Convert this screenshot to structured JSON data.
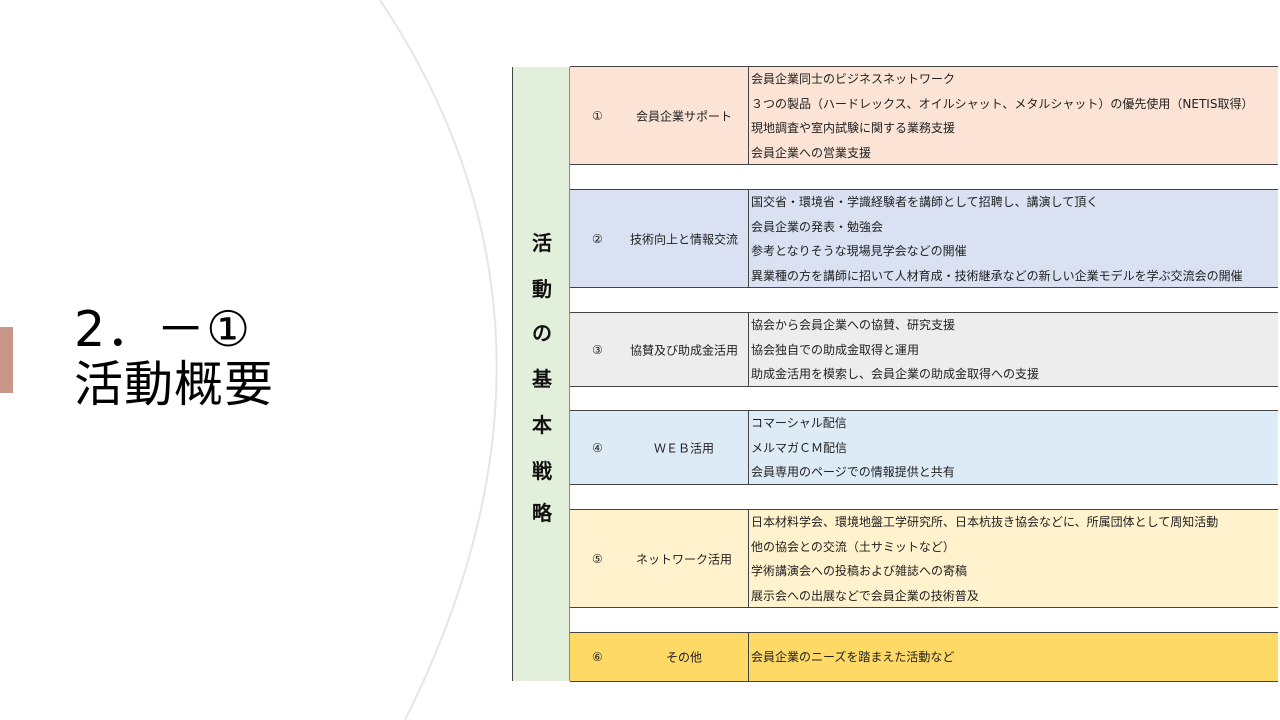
{
  "slide": {
    "title_line1": "2．－①",
    "title_line2": "活動概要"
  },
  "colors": {
    "accent": "#c9968a",
    "strategy_bg": "#e2efda",
    "row1_bg": "#fbe4d5",
    "row2_bg": "#d9e1f2",
    "row3_bg": "#ededed",
    "row4_bg": "#ddebf7",
    "row5_bg": "#fff2cc",
    "row6_bg": "#ffd966"
  },
  "strategy": {
    "label_chars": [
      "活",
      "動",
      "の",
      "基",
      "本",
      "戦",
      "略"
    ],
    "rows": [
      {
        "num": "①",
        "name": "会員企業サポート",
        "items": [
          "会員企業同士のビジネスネットワーク",
          "３つの製品（ハードレックス、オイルシャット、メタルシャット）の優先使用（NETIS取得）",
          "現地調査や室内試験に関する業務支援",
          "会員企業への営業支援"
        ]
      },
      {
        "num": "②",
        "name": "技術向上と情報交流",
        "items": [
          "国交省・環境省・学識経験者を講師として招聘し、講演して頂く",
          "会員企業の発表・勉強会",
          "参考となりそうな現場見学会などの開催",
          "異業種の方を講師に招いて人材育成・技術継承などの新しい企業モデルを学ぶ交流会の開催"
        ]
      },
      {
        "num": "③",
        "name": "協賛及び助成金活用",
        "items": [
          "協会から会員企業への協賛、研究支援",
          "協会独自での助成金取得と運用",
          "助成金活用を模索し、会員企業の助成金取得への支援"
        ]
      },
      {
        "num": "④",
        "name": "ＷＥＢ活用",
        "items": [
          "コマーシャル配信",
          "メルマガＣＭ配信",
          "会員専用のページでの情報提供と共有"
        ]
      },
      {
        "num": "⑤",
        "name": "ネットワーク活用",
        "items": [
          "日本材料学会、環境地盤工学研究所、日本杭抜き協会などに、所属団体として周知活動",
          "他の協会との交流（土サミットなど）",
          "学術講演会への投稿および雑誌への寄稿",
          "展示会への出展などで会員企業の技術普及"
        ]
      },
      {
        "num": "⑥",
        "name": "その他",
        "items": [
          "会員企業のニーズを踏まえた活動など"
        ]
      }
    ]
  }
}
